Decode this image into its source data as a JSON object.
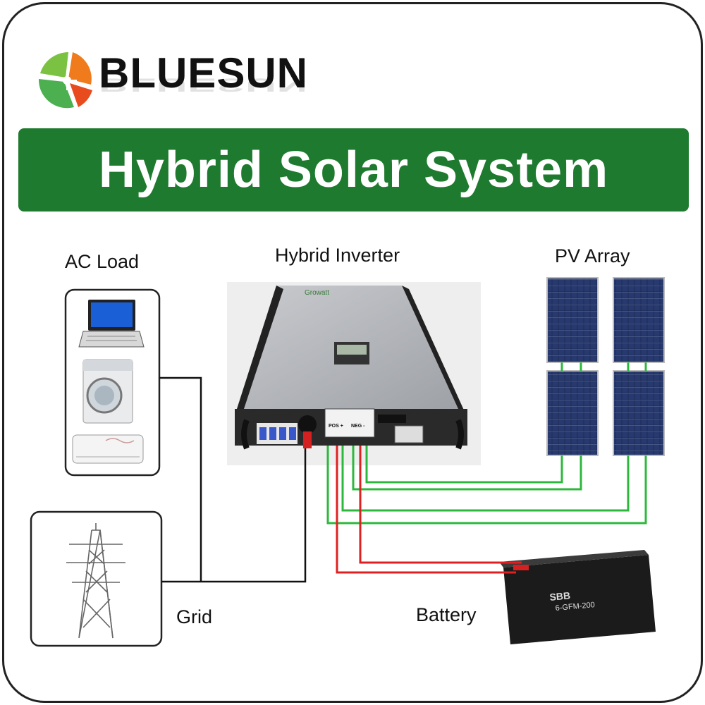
{
  "brand": {
    "name": "BLUESUN"
  },
  "title": "Hybrid Solar System",
  "labels": {
    "ac_load": "AC Load",
    "inverter": "Hybrid Inverter",
    "pv_array": "PV Array",
    "grid": "Grid",
    "battery": "Battery"
  },
  "inverter": {
    "brand": "Growatt",
    "pos": "POS +",
    "neg": "NEG -"
  },
  "battery": {
    "logo": "SBB",
    "model": "6-GFM-200"
  },
  "colors": {
    "title_green": "#1e7a2e",
    "pv_wire": "#2db83d",
    "battery_wire": "#e02020",
    "grid_wire": "#111111"
  }
}
